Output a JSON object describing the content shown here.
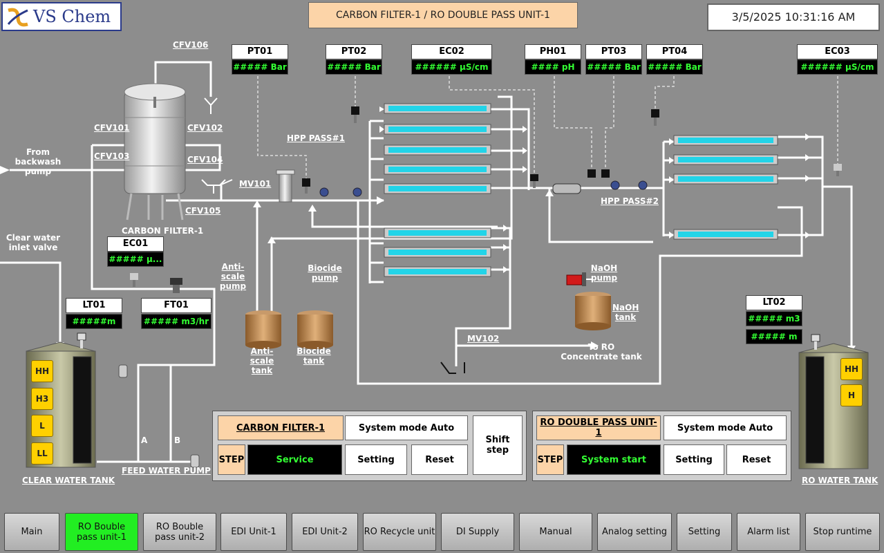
{
  "header": {
    "logo_text": "VS Chem",
    "title": "CARBON FILTER-1 / RO DOUBLE PASS UNIT-1",
    "datetime": "3/5/2025 10:31:16 AM"
  },
  "sensors": {
    "pt01": {
      "tag": "PT01",
      "value": "##### Bar"
    },
    "pt02": {
      "tag": "PT02",
      "value": "##### Bar"
    },
    "ec02": {
      "tag": "EC02",
      "value": "###### µS/cm"
    },
    "ph01": {
      "tag": "PH01",
      "value": "#### pH"
    },
    "pt03": {
      "tag": "PT03",
      "value": "##### Bar"
    },
    "pt04": {
      "tag": "PT04",
      "value": "##### Bar"
    },
    "ec03": {
      "tag": "EC03",
      "value": "###### µS/cm"
    },
    "ec01": {
      "tag": "EC01",
      "value": "##### µ..."
    },
    "lt01": {
      "tag": "LT01",
      "value": "#####m"
    },
    "ft01": {
      "tag": "FT01",
      "value": "##### m3/hr"
    },
    "lt02": {
      "tag": "LT02",
      "value": "##### m3",
      "value2": "##### m"
    }
  },
  "labels": {
    "cfv106": "CFV106",
    "cfv101": "CFV101",
    "cfv102": "CFV102",
    "cfv103": "CFV103",
    "cfv104": "CFV104",
    "cfv105": "CFV105",
    "mv101": "MV101",
    "mv102": "MV102",
    "hpp_pass1": "HPP PASS#1",
    "hpp_pass2": "HPP PASS#2",
    "carbon_filter": "CARBON FILTER-1",
    "from_backwash": "From backwash pump",
    "clear_water_inlet": "Clear water inlet valve",
    "antiscale_pump": "Anti-scale pump",
    "biocide_pump": "Biocide pump",
    "antiscale_tank": "Anti-scale tank",
    "biocide_tank": "Biocide tank",
    "naoh_pump": "NaOH pump",
    "naoh_tank": "NaOH tank",
    "to_ro_concentrate": "To RO Concentrate tank",
    "feed_water_pump": "FEED WATER PUMP",
    "pump_a": "A",
    "pump_b": "B",
    "clear_water_tank": "CLEAR WATER TANK",
    "ro_water_tank": "RO WATER TANK"
  },
  "clear_tank_levels": [
    "HH",
    "H3",
    "L",
    "LL"
  ],
  "ro_tank_levels": [
    "HH",
    "H"
  ],
  "panel_cf": {
    "title": "CARBON FILTER-1",
    "mode": "System mode Auto",
    "step_label": "STEP",
    "step_value": "Service",
    "setting": "Setting",
    "reset": "Reset",
    "shift_step": "Shift step"
  },
  "panel_ro": {
    "title": "RO DOUBLE PASS UNIT-1",
    "mode": "System mode Auto",
    "step_label": "STEP",
    "step_value": "System start",
    "setting": "Setting",
    "reset": "Reset"
  },
  "nav": [
    {
      "label": "Main",
      "active": false
    },
    {
      "label": "RO Bouble pass unit-1",
      "active": true
    },
    {
      "label": "RO Bouble pass unit-2",
      "active": false
    },
    {
      "label": "EDI Unit-1",
      "active": false
    },
    {
      "label": "EDI Unit-2",
      "active": false
    },
    {
      "label": "RO Recycle unit",
      "active": false
    },
    {
      "label": "DI Supply",
      "active": false
    },
    {
      "label": "Manual",
      "active": false
    },
    {
      "label": "Analog setting",
      "active": false
    },
    {
      "label": "Setting",
      "active": false
    },
    {
      "label": "Alarm list",
      "active": false
    },
    {
      "label": "Stop runtime",
      "active": false
    }
  ],
  "colors": {
    "background": "#8d8d8d",
    "pipe": "#ffffff",
    "display_text": "#33ff33",
    "level_badge": "#ffd000",
    "active_nav": "#22ee22",
    "title_fill": "#fcd4a8",
    "membrane": "#22d4e8"
  }
}
